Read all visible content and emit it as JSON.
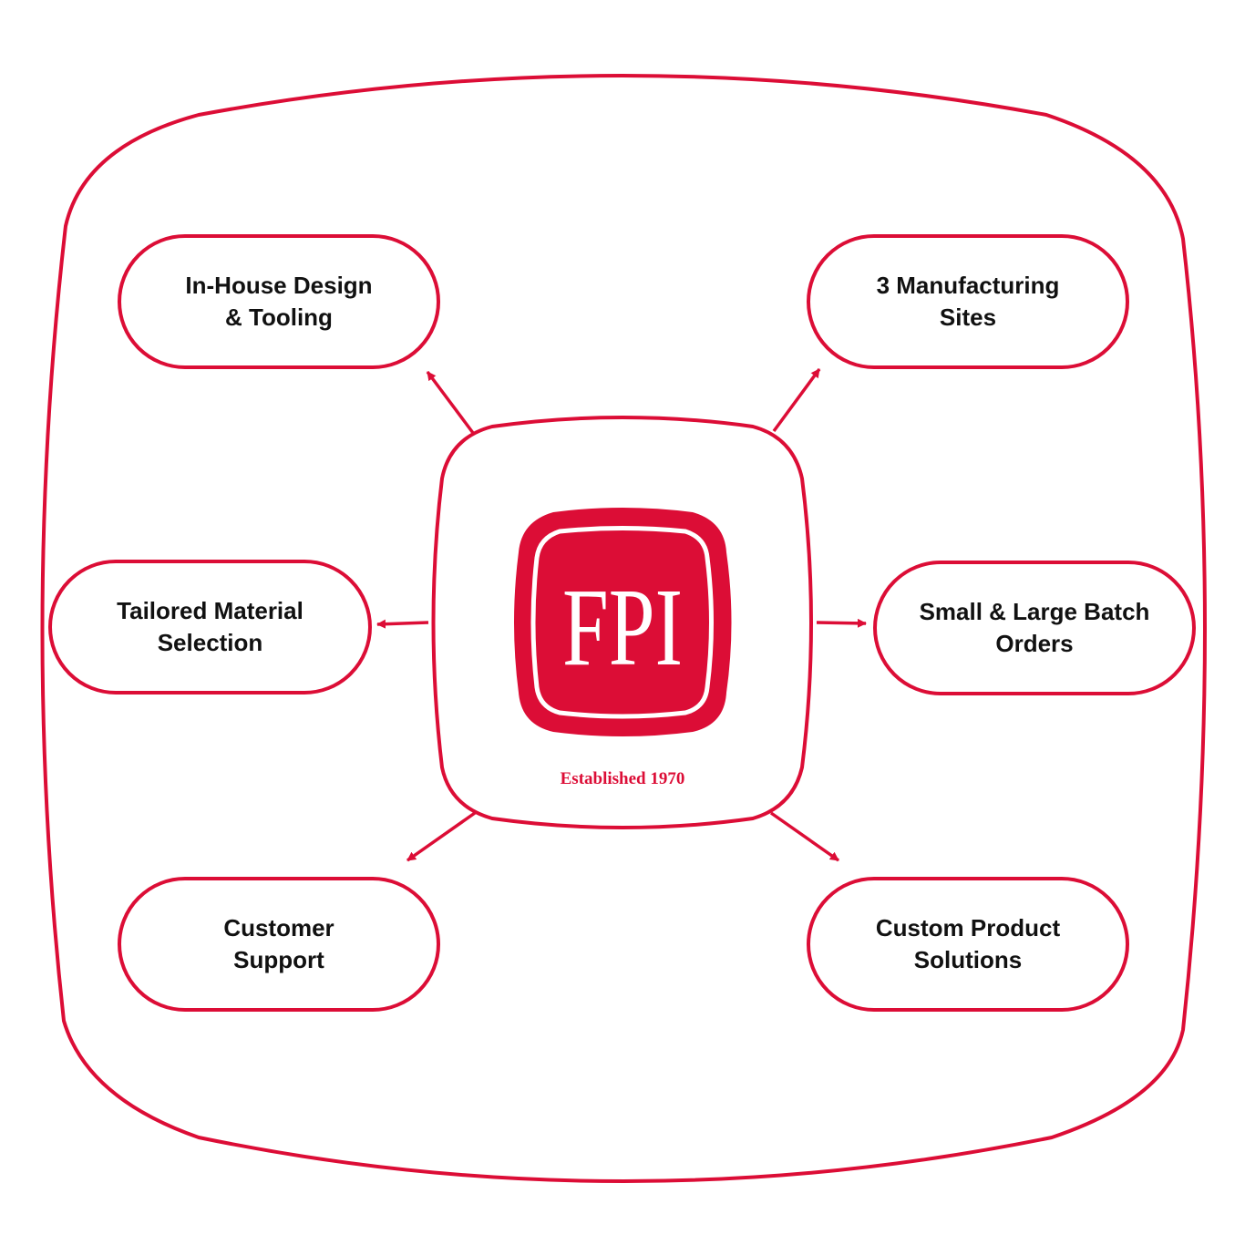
{
  "brand": {
    "logo_text": "FPI",
    "tagline": "Established 1970",
    "accent_color": "#dc0d36",
    "text_color": "#111111"
  },
  "nodes": [
    {
      "id": "design",
      "label": "In-House Design\n& Tooling"
    },
    {
      "id": "sites",
      "label": "3 Manufacturing\nSites"
    },
    {
      "id": "material",
      "label": "Tailored Material\nSelection"
    },
    {
      "id": "batch",
      "label": "Small & Large Batch\nOrders"
    },
    {
      "id": "support",
      "label": "Customer\nSupport"
    },
    {
      "id": "custom",
      "label": "Custom Product\nSolutions"
    }
  ],
  "edges": [
    {
      "from": "center",
      "to": "design"
    },
    {
      "from": "center",
      "to": "sites"
    },
    {
      "from": "center",
      "to": "material"
    },
    {
      "from": "center",
      "to": "batch"
    },
    {
      "from": "center",
      "to": "support"
    },
    {
      "from": "center",
      "to": "custom"
    }
  ]
}
